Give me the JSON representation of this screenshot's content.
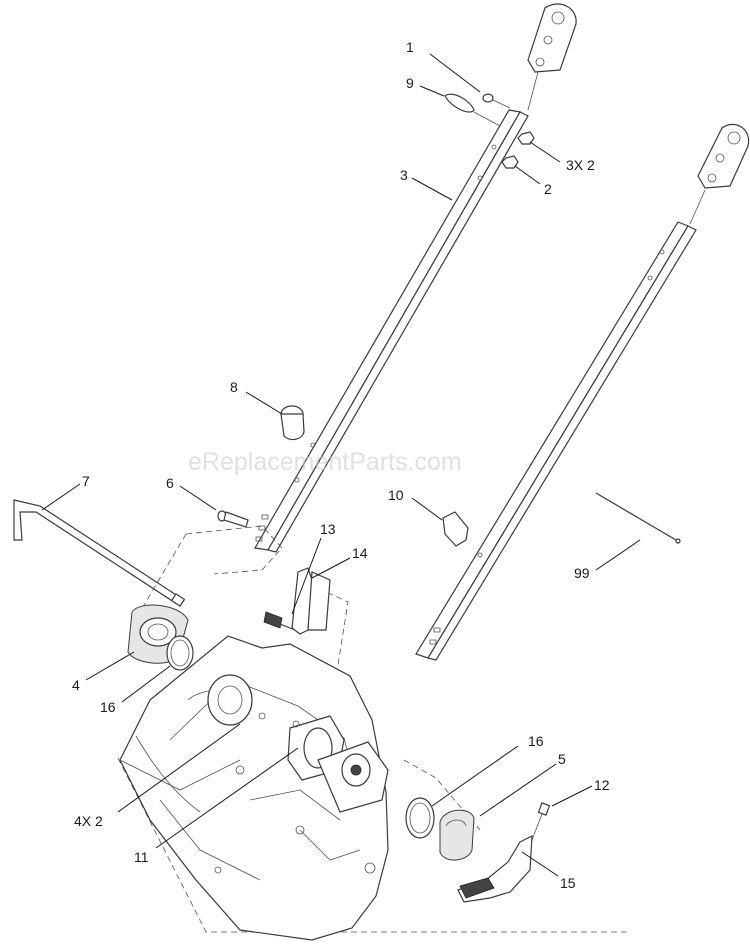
{
  "watermark": "eReplacementParts.com",
  "callouts": [
    {
      "id": "1",
      "text": "1"
    },
    {
      "id": "9",
      "text": "9"
    },
    {
      "id": "3x2",
      "text": "3X 2"
    },
    {
      "id": "3",
      "text": "3"
    },
    {
      "id": "2",
      "text": "2"
    },
    {
      "id": "8",
      "text": "8"
    },
    {
      "id": "7",
      "text": "7"
    },
    {
      "id": "6",
      "text": "6"
    },
    {
      "id": "10",
      "text": "10"
    },
    {
      "id": "13",
      "text": "13"
    },
    {
      "id": "14",
      "text": "14"
    },
    {
      "id": "99",
      "text": "99"
    },
    {
      "id": "4",
      "text": "4"
    },
    {
      "id": "16a",
      "text": "16"
    },
    {
      "id": "16b",
      "text": "16"
    },
    {
      "id": "5",
      "text": "5"
    },
    {
      "id": "12",
      "text": "12"
    },
    {
      "id": "4x2",
      "text": "4X 2"
    },
    {
      "id": "11",
      "text": "11"
    },
    {
      "id": "15",
      "text": "15"
    }
  ]
}
